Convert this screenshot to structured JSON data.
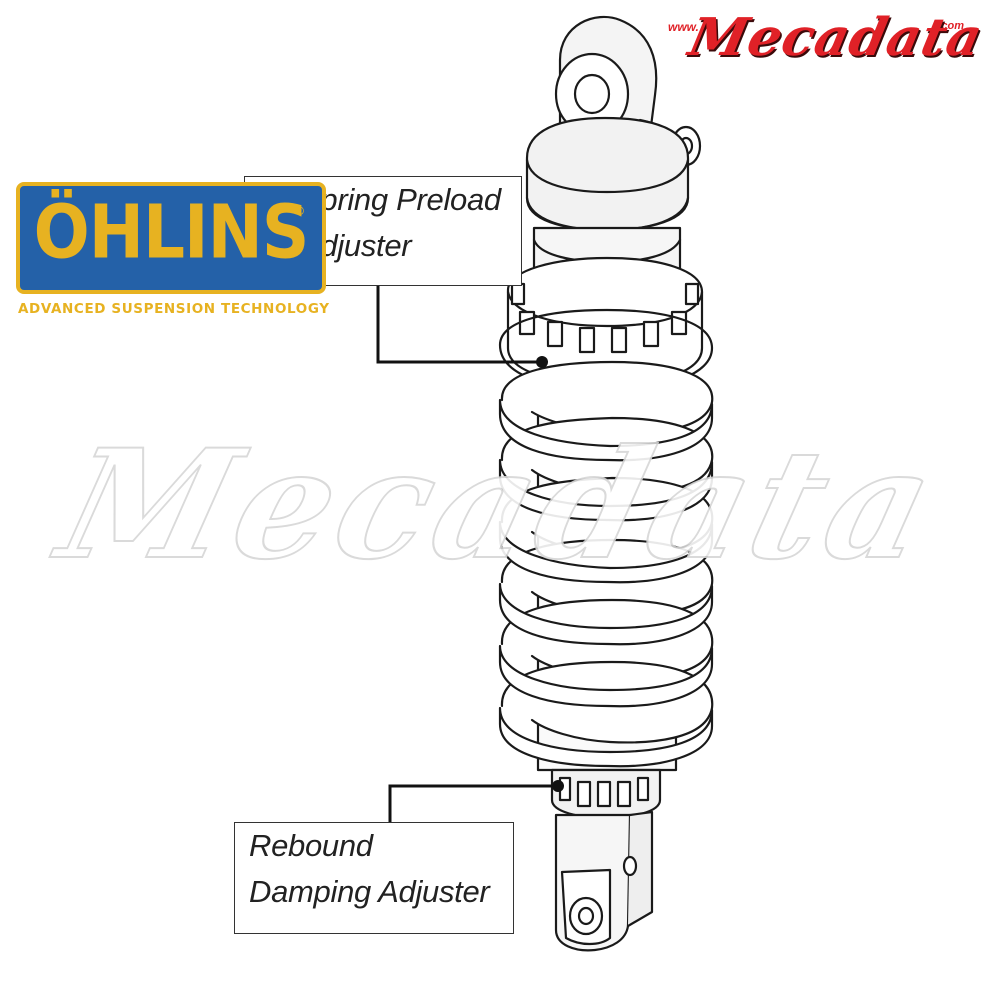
{
  "labels": {
    "preload": {
      "line1": "Spring Preload",
      "line2": "Adjuster"
    },
    "rebound": {
      "line1": "Rebound",
      "line2": "Damping Adjuster"
    }
  },
  "logo": {
    "name": "ÖHLINS",
    "tagline": "ADVANCED SUSPENSION TECHNOLOGY",
    "registered": "®",
    "colors": {
      "blue": "#2461a8",
      "gold": "#e7b221"
    }
  },
  "brand": {
    "name": "Mecadata",
    "www": "www.",
    "com": ".com",
    "color": "#e02127"
  },
  "watermark": {
    "text": "Mecadata"
  },
  "icons": {
    "shock": "shock-absorber-icon"
  }
}
